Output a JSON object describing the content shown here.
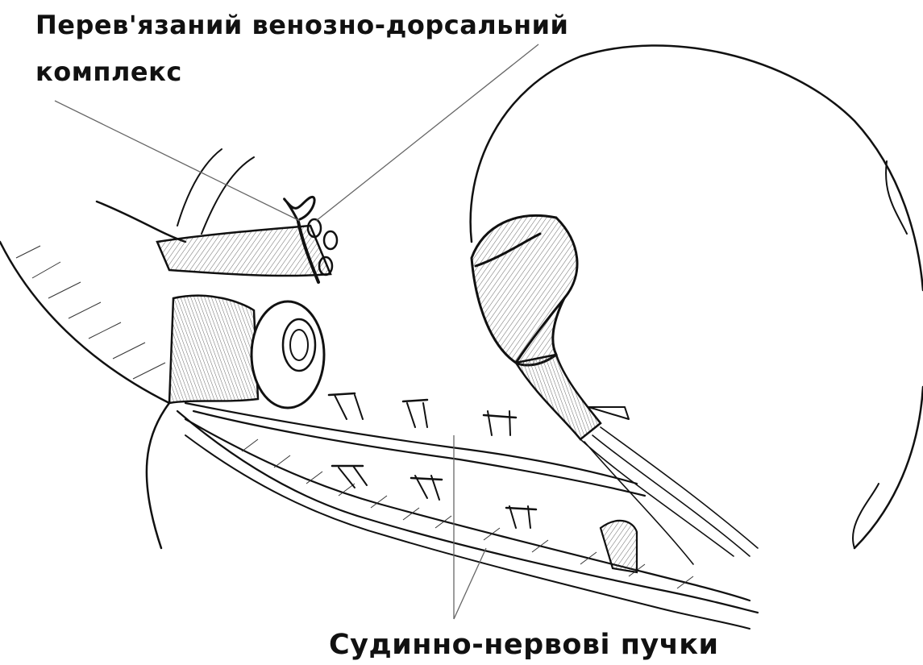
{
  "labels": {
    "ligated_complex_line1": "Перев'язаний венозно-дорсальний",
    "ligated_complex_line2": "комплекс",
    "neurovascular_bundles": "Судинно-нервові пучки"
  },
  "colors": {
    "ink": "#111111",
    "leader": "#666666",
    "background": "#ffffff"
  }
}
